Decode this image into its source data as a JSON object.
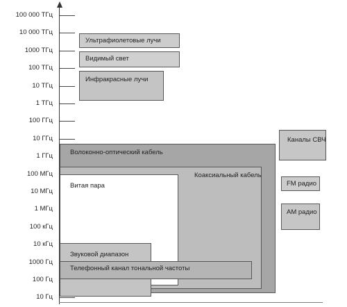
{
  "axis": {
    "ticks": [
      "100 000 ТГц",
      "10 000 ТГц",
      "1000 ТГц",
      "100 ТГц",
      "10 ТГц",
      "1 ТГц",
      "100 ГГц",
      "10 ГГц",
      "1 ГГц",
      "100 МГц",
      "10 МГц",
      "1 МГц",
      "100 кГц",
      "10 кГц",
      "1000 Гц",
      "100 Гц",
      "10 Гц"
    ]
  },
  "bands": {
    "ultraviolet": "Ультрафиолетовые лучи",
    "visible": "Видимый свет",
    "infrared": "Инфракрасные лучи",
    "fiber": "Волоконно-оптический кабель",
    "coax": "Коаксиальный кабель",
    "twisted_pair": "Витая пара",
    "audio": "Звуковой диапазон",
    "phone": "Телефонный канал тональной частоты",
    "microwave": "Каналы СВЧ",
    "fm": "FM радио",
    "am": "АМ радио"
  },
  "colors": {
    "light_gray": "#cfcfcf",
    "mid_gray": "#b3b3b3",
    "dark_gray": "#a0a0a0",
    "white": "#ffffff"
  }
}
